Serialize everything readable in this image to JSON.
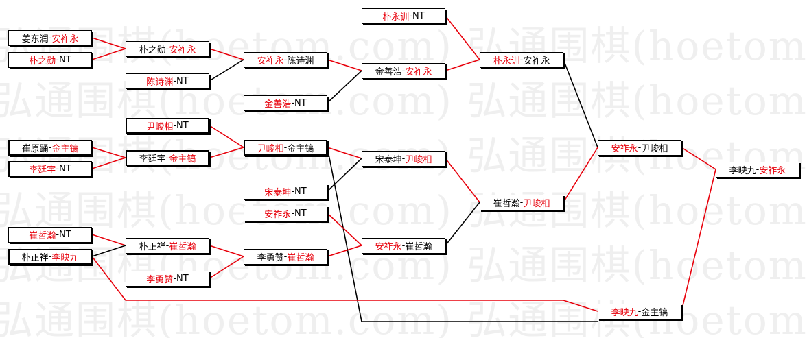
{
  "watermark": {
    "lines": [
      "弘通围棋(hoetom.com) 弘通围棋(hoetom.",
      "弘通围棋(hoetom.com) 弘通围棋(hoetom.",
      "弘通围棋(hoetom.com) 弘通围棋(hoetom.",
      "弘通围棋(hoetom.com) 弘通围棋(hoetom.",
      "弘通围棋(hoetom.com) 弘通围棋(hoetom.",
      "弘通围棋(hoetom.com) 弘通围棋(hoetom."
    ]
  },
  "colors": {
    "winner": "#e8000b",
    "loser": "#000000",
    "line_red": "#e8000b",
    "line_black": "#000000"
  },
  "boxes": [
    {
      "id": "b1",
      "p1": "姜东润",
      "p2": "安祚永",
      "win": 2
    },
    {
      "id": "b2",
      "p1": "朴之勋",
      "p2": "NT",
      "win": 1
    },
    {
      "id": "b3",
      "p1": "朴之勋",
      "p2": "安祚永",
      "win": 2
    },
    {
      "id": "b4",
      "p1": "陈诗渊",
      "p2": "NT",
      "win": 1
    },
    {
      "id": "b5",
      "p1": "安祚永",
      "p2": "陈诗渊",
      "win": 1
    },
    {
      "id": "b6",
      "p1": "金善浩",
      "p2": "NT",
      "win": 1
    },
    {
      "id": "b7",
      "p1": "金善浩",
      "p2": "安祚永",
      "win": 2
    },
    {
      "id": "b8",
      "p1": "朴永训",
      "p2": "NT",
      "win": 1
    },
    {
      "id": "b9",
      "p1": "朴永训",
      "p2": "安祚永",
      "win": 1
    },
    {
      "id": "b10",
      "p1": "尹峻相",
      "p2": "NT",
      "win": 1
    },
    {
      "id": "b11",
      "p1": "崔原踊",
      "p2": "金主镐",
      "win": 2
    },
    {
      "id": "b12",
      "p1": "李廷宇",
      "p2": "NT",
      "win": 1
    },
    {
      "id": "b13",
      "p1": "李廷宇",
      "p2": "金主镐",
      "win": 2
    },
    {
      "id": "b14",
      "p1": "尹峻相",
      "p2": "金主镐",
      "win": 1
    },
    {
      "id": "b15",
      "p1": "宋泰坤",
      "p2": "尹峻相",
      "win": 2
    },
    {
      "id": "b16",
      "p1": "宋泰坤",
      "p2": "NT",
      "win": 1
    },
    {
      "id": "b17",
      "p1": "安祚永",
      "p2": "NT",
      "win": 1
    },
    {
      "id": "b18",
      "p1": "崔哲瀚",
      "p2": "NT",
      "win": 1
    },
    {
      "id": "b19",
      "p1": "朴正祥",
      "p2": "李映九",
      "win": 2
    },
    {
      "id": "b20",
      "p1": "朴正祥",
      "p2": "崔哲瀚",
      "win": 2
    },
    {
      "id": "b21",
      "p1": "李勇赞",
      "p2": "NT",
      "win": 1
    },
    {
      "id": "b22",
      "p1": "李勇赞",
      "p2": "崔哲瀚",
      "win": 2
    },
    {
      "id": "b23",
      "p1": "安祚永",
      "p2": "崔哲瀚",
      "win": 1
    },
    {
      "id": "b24",
      "p1": "崔哲瀚",
      "p2": "尹峻相",
      "win": 2
    },
    {
      "id": "b25",
      "p1": "安祚永",
      "p2": "尹峻相",
      "win": 1
    },
    {
      "id": "b26",
      "p1": "李映九",
      "p2": "安祚永",
      "win": 2
    },
    {
      "id": "b27",
      "p1": "李映九",
      "p2": "金主镐",
      "win": 1
    }
  ]
}
